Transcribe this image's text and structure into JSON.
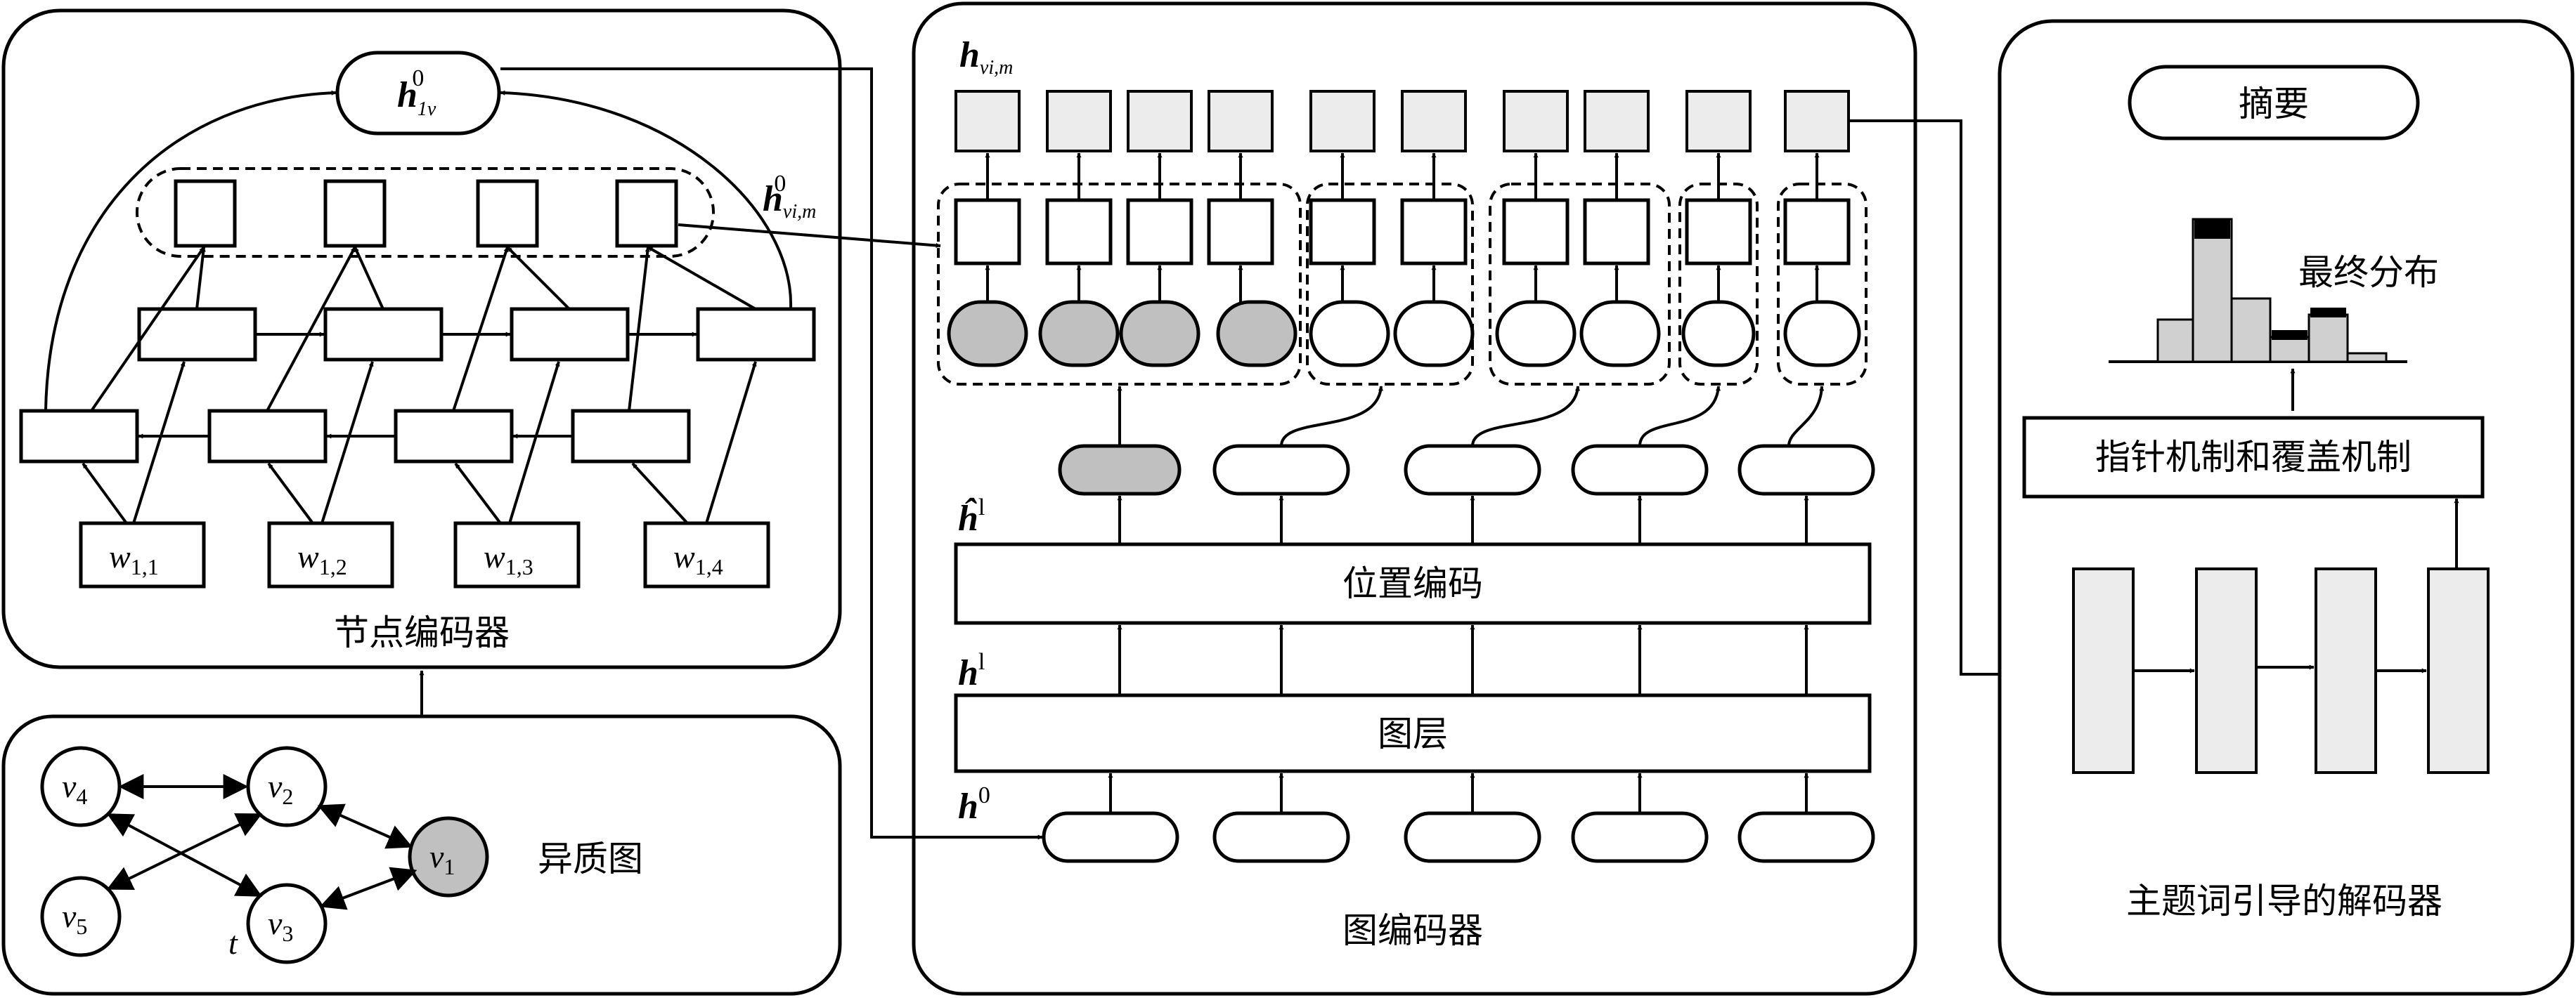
{
  "node_encoder": {
    "title": "节点编码器",
    "top_node": {
      "main": "h",
      "sub": "1v",
      "sup": "0"
    },
    "side_label": {
      "main": "h",
      "sub": "vi,m",
      "sup": "0"
    },
    "words": [
      {
        "main": "w",
        "sub": "1,1"
      },
      {
        "main": "w",
        "sub": "1,2"
      },
      {
        "main": "w",
        "sub": "1,3"
      },
      {
        "main": "w",
        "sub": "1,4"
      }
    ]
  },
  "hetero_graph": {
    "label": "异质图",
    "nodes": [
      {
        "main": "v",
        "sub": "4"
      },
      {
        "main": "v",
        "sub": "2"
      },
      {
        "main": "v",
        "sub": "5"
      },
      {
        "main": "v",
        "sub": "3"
      },
      {
        "main": "v",
        "sub": "1"
      }
    ],
    "edge_label": "t"
  },
  "graph_encoder": {
    "title": "图编码器",
    "position_encoding": "位置编码",
    "graph_layer": "图层",
    "label_top": {
      "main": "h",
      "sub": "vi,m"
    },
    "label_hat": {
      "main": "ĥ",
      "sup": "l"
    },
    "label_l": {
      "main": "h",
      "sup": "l"
    },
    "label_0": {
      "main": "h",
      "sup": "0"
    }
  },
  "decoder": {
    "title": "主题词引导的解码器",
    "summary": "摘要",
    "final_dist": "最终分布",
    "mechanism": "指针机制和覆盖机制"
  }
}
